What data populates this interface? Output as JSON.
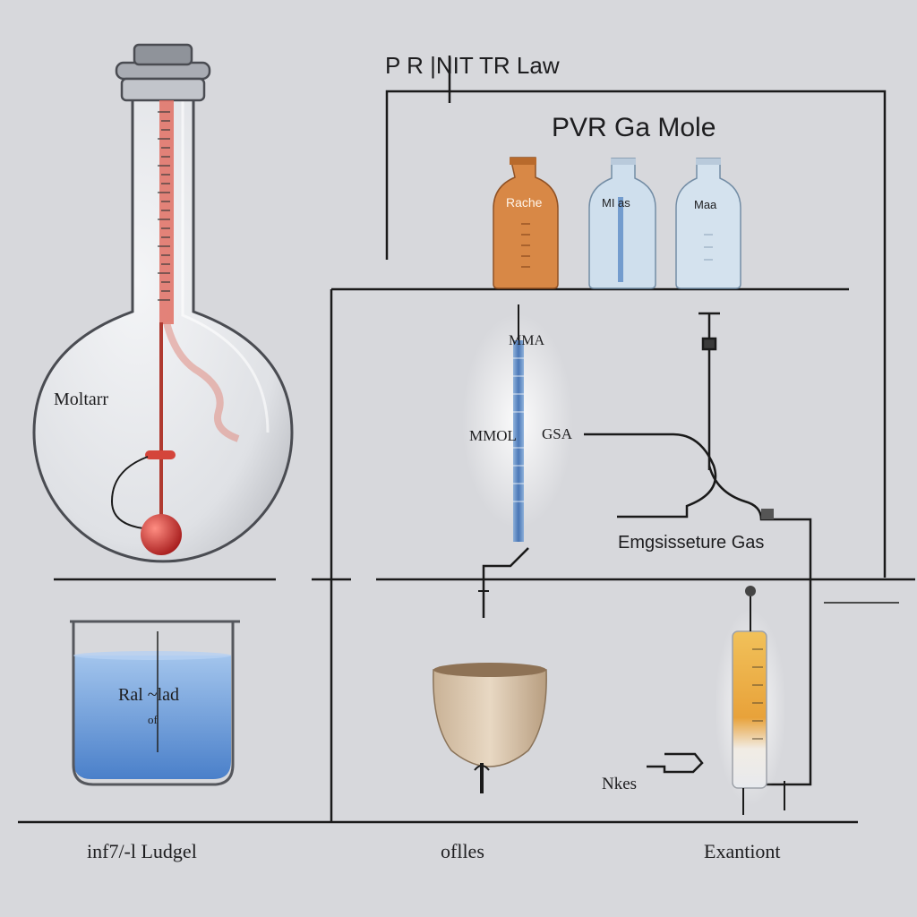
{
  "header": {
    "title": "P R |NIT TR Law"
  },
  "shelf": {
    "title": "PVR Ga Mole",
    "bottles": [
      {
        "label": "Rache",
        "color": "#d9843f"
      },
      {
        "label": "MI as",
        "color": "#cfe0ee"
      },
      {
        "label": "Maa",
        "color": "#d4e3f0"
      }
    ]
  },
  "flask": {
    "label": "Moltarr",
    "liquid_color": "#d9504a"
  },
  "beaker": {
    "label": "Ral ~lad",
    "sublabel": "of",
    "liquid_color": "#5f95d6"
  },
  "gas_column": {
    "top_label": "MMA",
    "left_label": "MMOL",
    "right_label": "GSA"
  },
  "apparatus": {
    "label": "Emgsisseture Gas"
  },
  "bottom_labels": {
    "left": "inf7/-l Ludgel",
    "middle": "oflles",
    "right": "Exantiont",
    "notes": "Nkes"
  }
}
